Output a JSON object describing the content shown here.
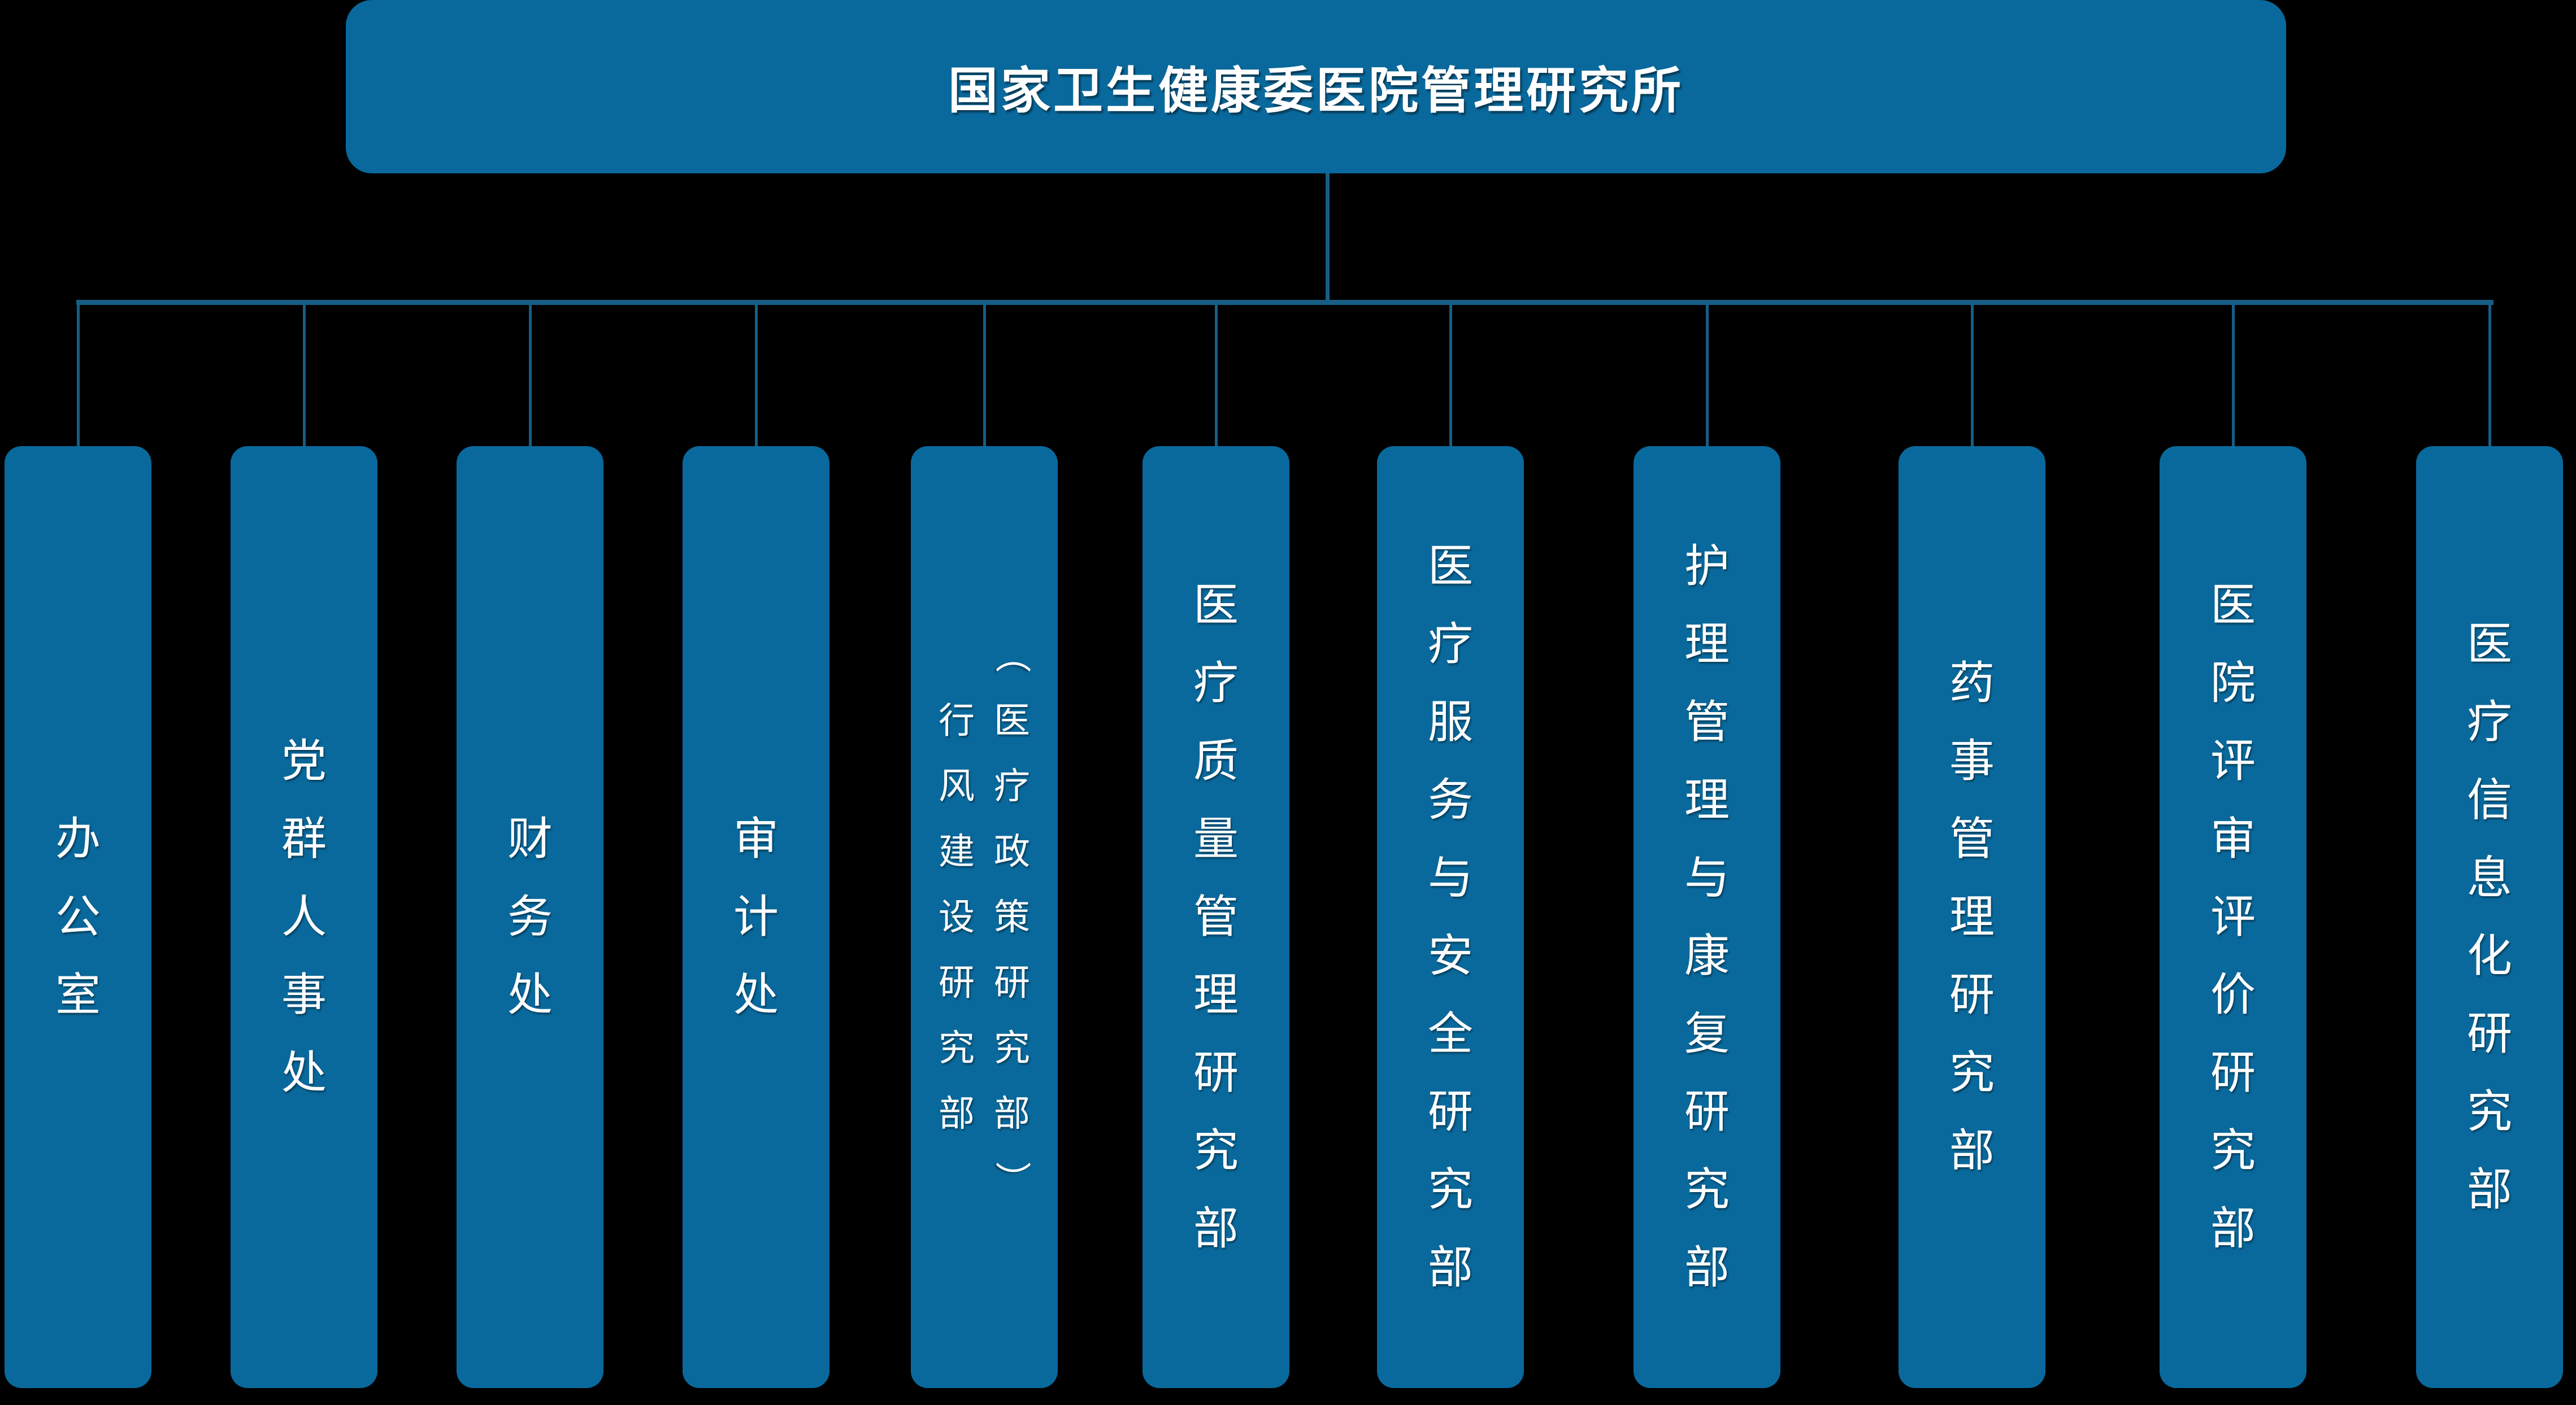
{
  "page": {
    "background_color": "#000000"
  },
  "org_chart": {
    "title": "国家卫生健康委医院管理研究所",
    "colors": {
      "box_fill": "#0A699C",
      "connector_line": "#175E86",
      "text": "#FFFFFF"
    },
    "departments": [
      {
        "label": "办公室"
      },
      {
        "label": "党群人事处"
      },
      {
        "label": "财务处"
      },
      {
        "label": "审计处"
      },
      {
        "label": "行风建设研究部",
        "label_secondary": "（医疗政策研究部）"
      },
      {
        "label": "医疗质量管理研究部"
      },
      {
        "label": "医疗服务与安全研究部"
      },
      {
        "label": "护理管理与康复研究部"
      },
      {
        "label": "药事管理研究部"
      },
      {
        "label": "医院评审评价研究部"
      },
      {
        "label": "医疗信息化研究部"
      }
    ]
  }
}
